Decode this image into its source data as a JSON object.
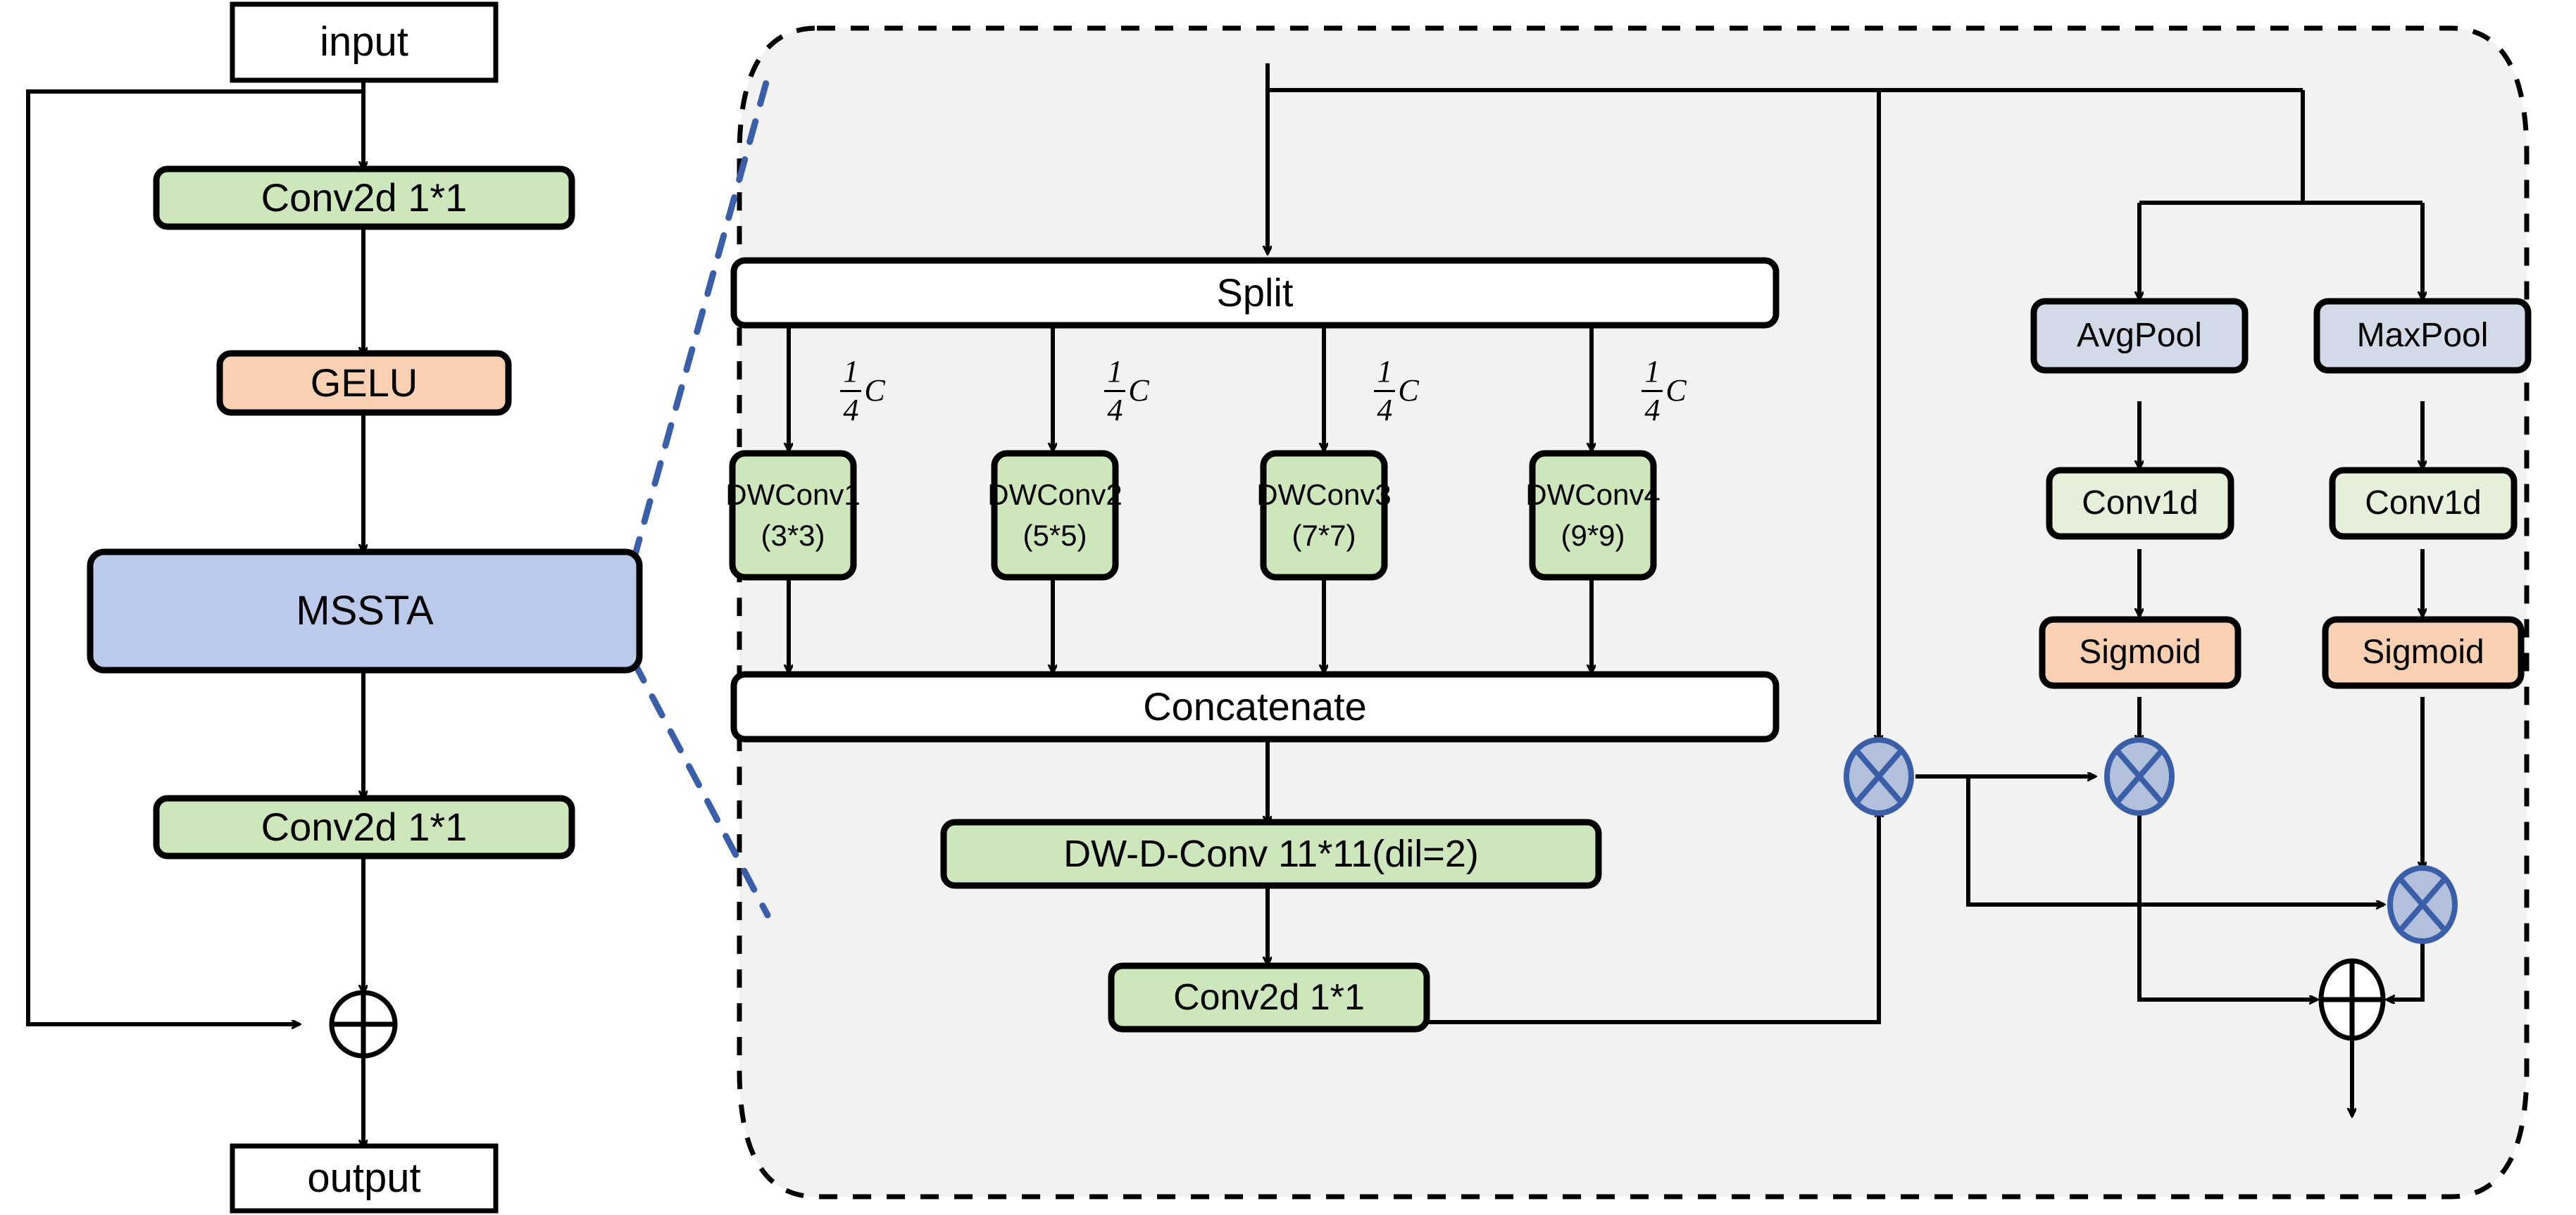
{
  "diagram": {
    "title_semantic": "MSSTA block architecture diagram",
    "left_branch": {
      "input_label": "input",
      "output_label": "output",
      "blocks": [
        {
          "name": "conv2d-top",
          "label": "Conv2d 1*1",
          "color": "#CDE6BB"
        },
        {
          "name": "gelu",
          "label": "GELU",
          "color": "#F9D1B2"
        },
        {
          "name": "mssta",
          "label": "MSSTA",
          "color": "#BBC9EB"
        },
        {
          "name": "conv2d-bottom",
          "label": "Conv2d 1*1",
          "color": "#CDE6BB"
        }
      ],
      "residual_add_symbol": "⊕"
    },
    "expanded_panel": {
      "split_label": "Split",
      "concat_label": "Concatenate",
      "split_fractions": [
        "1/4 C",
        "1/4 C",
        "1/4 C",
        "1/4 C"
      ],
      "fraction_numerator": "1",
      "fraction_denominator": "4",
      "fraction_channel": "C",
      "dwconv_blocks": [
        {
          "name": "dwconv1",
          "title": "DWConv1",
          "kernel": "(3*3)"
        },
        {
          "name": "dwconv2",
          "title": "DWConv2",
          "kernel": "(5*5)"
        },
        {
          "name": "dwconv3",
          "title": "DWConv3",
          "kernel": "(7*7)"
        },
        {
          "name": "dwconv4",
          "title": "DWConv4",
          "kernel": "(9*9)"
        }
      ],
      "dwdconv_label": "DW-D-Conv 11*11(dil=2)",
      "conv2d_label": "Conv2d 1*1",
      "attention_branch": {
        "avgpool_label": "AvgPool",
        "maxpool_label": "MaxPool",
        "conv1d_left_label": "Conv1d",
        "conv1d_right_label": "Conv1d",
        "sigmoid_left_label": "Sigmoid",
        "sigmoid_right_label": "Sigmoid"
      },
      "operators": {
        "multiply_symbol": "⊗",
        "add_symbol": "⊕",
        "multiply_count": 3,
        "add_count": 1
      }
    },
    "colors": {
      "green_conv": "#CDE6BB",
      "green_light_conv1d": "#E5EFD9",
      "orange_activation": "#F9D1B2",
      "blue_block": "#BBC9EB",
      "blue_pool": "#D2DAE8",
      "op_fill": "#B3C0DB",
      "op_stroke": "#3A5FA8",
      "panel_bg": "#F2F2F2",
      "panel_border": "#000000",
      "connector_dashed": "#3A5FA8",
      "stroke": "#000000"
    }
  }
}
